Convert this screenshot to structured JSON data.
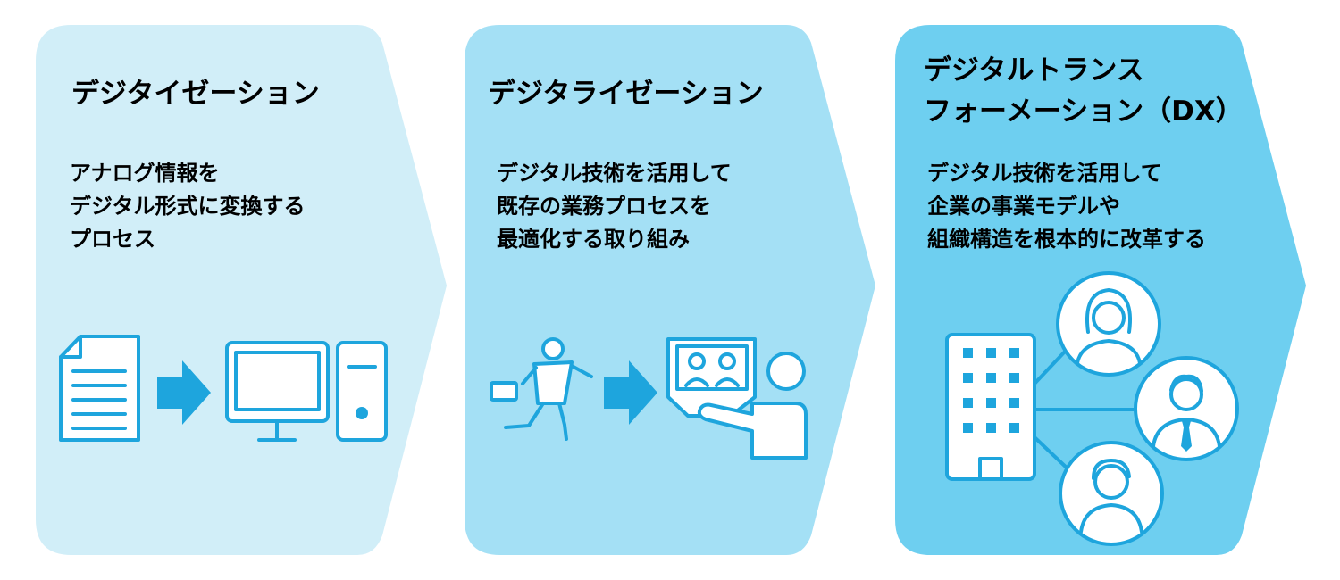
{
  "colors": {
    "panel1": "#d1eef8",
    "panel2": "#a4e0f5",
    "panel3": "#6ecff0",
    "icon": "#1ea5dd"
  },
  "panels": [
    {
      "title": [
        "デジタイゼーション"
      ],
      "description": [
        "アナログ情報を",
        "デジタル形式に変換する",
        "プロセス"
      ],
      "icons": [
        "document-icon",
        "arrow-right-icon",
        "desktop-computer-icon"
      ]
    },
    {
      "title": [
        "デジタライゼーション"
      ],
      "description": [
        "デジタル技術を活用して",
        "既存の業務プロセスを",
        "最適化する取り組み"
      ],
      "icons": [
        "running-businessman-icon",
        "arrow-right-icon",
        "video-conference-icon"
      ]
    },
    {
      "title": [
        "デジタルトランス",
        "フォーメーション（DX）"
      ],
      "description": [
        "デジタル技術を活用して",
        "企業の事業モデルや",
        "組織構造を根本的に改革する"
      ],
      "icons": [
        "office-building-icon",
        "woman-avatar-icon",
        "businessman-avatar-icon",
        "man-avatar-icon"
      ]
    }
  ]
}
